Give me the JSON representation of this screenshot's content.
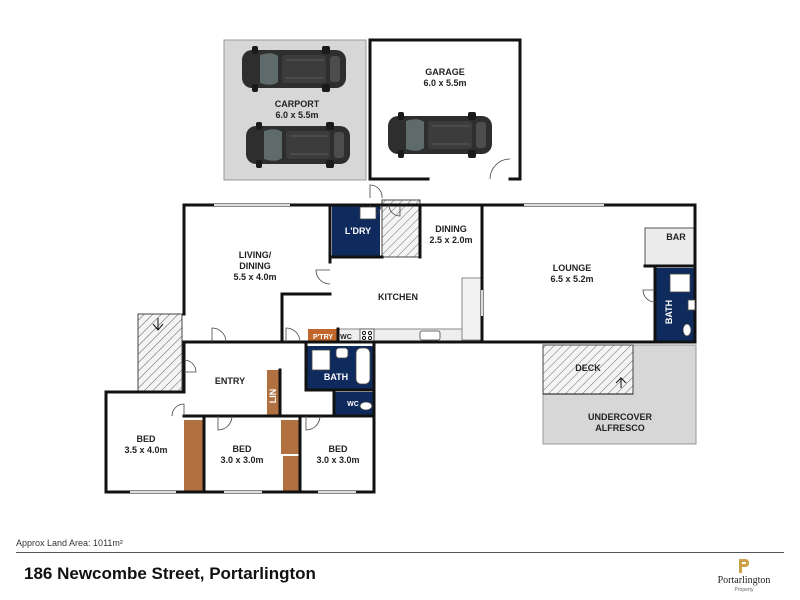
{
  "rooms": {
    "carport": {
      "name": "CARPORT",
      "dims": "6.0 x 5.5m"
    },
    "garage": {
      "name": "GARAGE",
      "dims": "6.0 x 5.5m"
    },
    "living": {
      "name_line1": "LIVING/",
      "name_line2": "DINING",
      "dims": "5.5 x 4.0m"
    },
    "laundry": {
      "name": "L'DRY"
    },
    "dining": {
      "name": "DINING",
      "dims": "2.5 x 2.0m"
    },
    "lounge": {
      "name": "LOUNGE",
      "dims": "6.5 x 5.2m"
    },
    "bar": {
      "name": "BAR"
    },
    "bath_right": {
      "name": "BATH"
    },
    "kitchen": {
      "name": "KITCHEN"
    },
    "pantry": {
      "name": "P'TRY"
    },
    "wc_top": {
      "name": "WC"
    },
    "bath_mid": {
      "name": "BATH"
    },
    "wc_mid": {
      "name": "WC"
    },
    "entry": {
      "name": "ENTRY"
    },
    "linen": {
      "name": "LIN"
    },
    "bed1": {
      "name": "BED",
      "dims": "3.5 x 4.0m"
    },
    "bed2": {
      "name": "BED",
      "dims": "3.0 x 3.0m"
    },
    "bed3": {
      "name": "BED",
      "dims": "3.0 x 3.0m"
    },
    "deck": {
      "name": "DECK"
    },
    "alfresco": {
      "name_line1": "UNDERCOVER",
      "name_line2": "ALFRESCO"
    }
  },
  "colors": {
    "wet_area": "#0f2a5c",
    "robe": "#b07040",
    "pantry": "#c0662b",
    "outdoor": "#d7d7d7",
    "wall": "#111111"
  },
  "footer": {
    "land_area": "Approx Land Area: 1011m²",
    "address": "186 Newcombe Street, Portarlington",
    "brand": "Portarlington",
    "brand_sub": "Property"
  },
  "logo_icon": "house-p-logo-icon"
}
